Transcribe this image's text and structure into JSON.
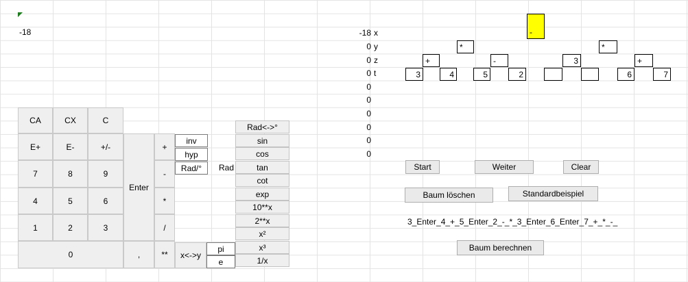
{
  "sheet": {
    "cell_a2": "-18"
  },
  "calculator": {
    "row1": [
      "CA",
      "CX",
      "C"
    ],
    "row2": [
      "E+",
      "E-",
      "+/-"
    ],
    "digits_789": [
      "7",
      "8",
      "9"
    ],
    "digits_456": [
      "4",
      "5",
      "6"
    ],
    "digits_123": [
      "1",
      "2",
      "3"
    ],
    "zero": "0",
    "enter": "Enter",
    "comma": ",",
    "ops": {
      "plus": "+",
      "minus": "-",
      "mul": "*",
      "div": "/",
      "pow": "**"
    },
    "modes": [
      "inv",
      "hyp",
      "Rad/°"
    ],
    "mode_state": "Rad",
    "swap": "x<->y",
    "pi": "pi",
    "e": "e",
    "functions": [
      "Rad<->°",
      "sin",
      "cos",
      "tan",
      "cot",
      "exp",
      "10**x",
      "2**x",
      "x²",
      "x³",
      "1/x"
    ]
  },
  "stack": {
    "x": {
      "value": "-18",
      "label": "x"
    },
    "y": {
      "value": "0",
      "label": "y"
    },
    "z": {
      "value": "0",
      "label": "z"
    },
    "t": {
      "value": "0",
      "label": "t"
    },
    "extra": [
      "0",
      "0",
      "0",
      "0",
      "0",
      "0"
    ]
  },
  "tree": {
    "root": "-",
    "level1": [
      "*",
      "*"
    ],
    "level2": [
      "+",
      "-",
      "3",
      "+"
    ],
    "leaves": [
      "3",
      "4",
      "5",
      "2",
      "",
      "",
      "6",
      "7"
    ],
    "root_color": "#ffff00"
  },
  "actions": {
    "start": "Start",
    "weiter": "Weiter",
    "clear": "Clear",
    "baum_loeschen": "Baum löschen",
    "standardbeispiel": "Standardbeispiel",
    "expression": "3_Enter_4_+_5_Enter_2_-_*_3_Enter_6_Enter_7_+_*_-_",
    "baum_berechnen": "Baum berechnen"
  }
}
